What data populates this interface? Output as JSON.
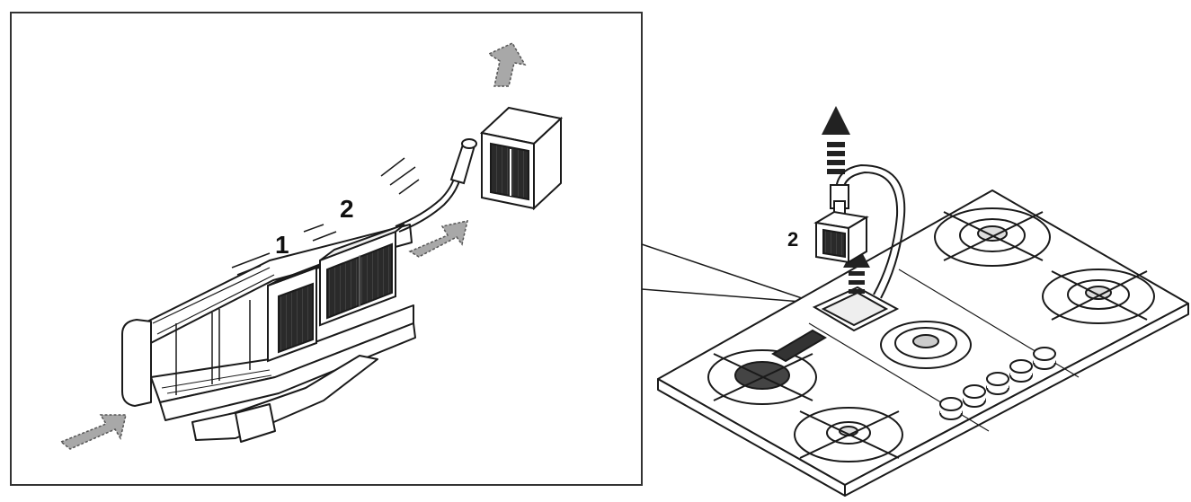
{
  "left_panel": {
    "callouts": [
      "1",
      "2"
    ]
  },
  "right_panel": {
    "callouts": [
      "2"
    ]
  },
  "colors": {
    "ink": "#1a1a1a",
    "arrow_fill": "#a8a8a8",
    "filter_dark": "#2a2a2a",
    "panel_border": "#333333"
  },
  "icons": {
    "airflow": "dashed-gray-arrow-icon",
    "lift": "striped-up-arrow-icon"
  }
}
